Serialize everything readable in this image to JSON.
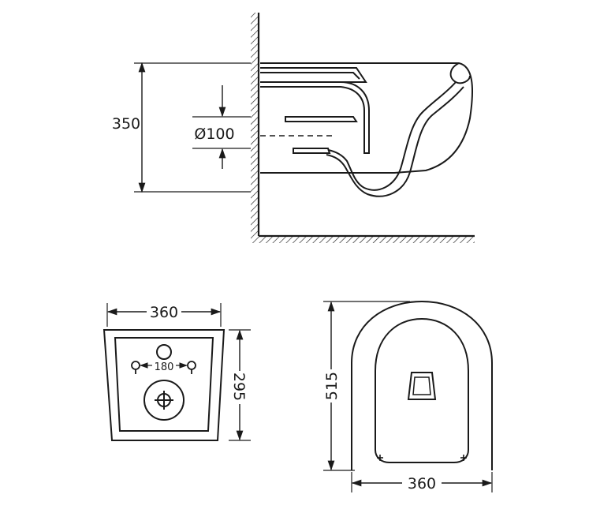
{
  "side_view": {
    "height_label": "350",
    "pipe_diameter_label": "Ø100"
  },
  "rear_view": {
    "width_label": "360",
    "fixing_spacing_label": "180",
    "depth_label": "295"
  },
  "top_view": {
    "length_label": "515",
    "width_label": "360"
  }
}
